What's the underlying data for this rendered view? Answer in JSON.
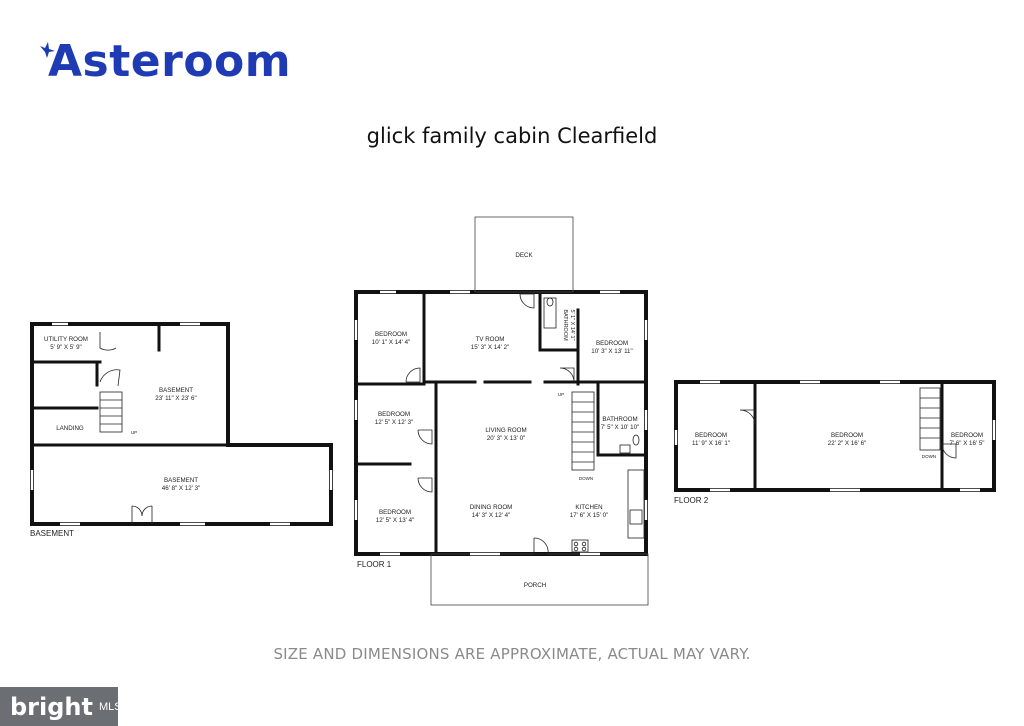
{
  "brand": {
    "name": "Asteroom"
  },
  "title": "glick family cabin Clearfield",
  "disclaimer": "SIZE AND DIMENSIONS ARE APPROXIMATE, ACTUAL MAY VARY.",
  "watermark": {
    "word": "bright",
    "suffix": "MLS"
  },
  "floors": {
    "basement": {
      "label": "BASEMENT",
      "rooms": [
        {
          "name": "UTILITY ROOM",
          "dims": "5' 9\" X 5' 9\""
        },
        {
          "name": "BASEMENT",
          "dims": "23' 11\" X 23' 6\""
        },
        {
          "name": "LANDING",
          "dims": ""
        },
        {
          "name": "BASEMENT",
          "dims": "46' 8\" X 12' 3\""
        }
      ],
      "stair_up": "UP"
    },
    "floor1": {
      "label": "FLOOR 1",
      "rooms": [
        {
          "name": "DECK",
          "dims": ""
        },
        {
          "name": "BEDROOM",
          "dims": "10' 1\" X 14' 4\""
        },
        {
          "name": "TV ROOM",
          "dims": "15' 3\" X 14' 2\""
        },
        {
          "name": "BATHROOM",
          "dims": "5' 1\" X 14' 1\""
        },
        {
          "name": "BEDROOM",
          "dims": "10' 3\" X 13' 11\""
        },
        {
          "name": "BEDROOM",
          "dims": "12' 5\" X 12' 3\""
        },
        {
          "name": "LIVING ROOM",
          "dims": "20' 3\" X 13' 0\""
        },
        {
          "name": "BATHROOM",
          "dims": "7' 5\" X 10' 10\""
        },
        {
          "name": "BEDROOM",
          "dims": "12' 5\" X 13' 4\""
        },
        {
          "name": "DINING ROOM",
          "dims": "14' 3\" X 12' 4\""
        },
        {
          "name": "KITCHEN",
          "dims": "17' 6\" X 15' 0\""
        },
        {
          "name": "PORCH",
          "dims": ""
        }
      ],
      "stair_up": "UP",
      "stair_down": "DOWN"
    },
    "floor2": {
      "label": "FLOOR 2",
      "rooms": [
        {
          "name": "BEDROOM",
          "dims": "11' 9\" X 16' 1\""
        },
        {
          "name": "BEDROOM",
          "dims": "22' 2\" X 16' 6\""
        },
        {
          "name": "BEDROOM",
          "dims": "7' 6\" X 16' 5\""
        }
      ],
      "stair_down": "DOWN"
    }
  },
  "colors": {
    "brand_blue": "#1f3bb3",
    "wall": "#111111",
    "watermark_bg": "#6b6f73",
    "disclaimer": "#8a8a8a"
  }
}
